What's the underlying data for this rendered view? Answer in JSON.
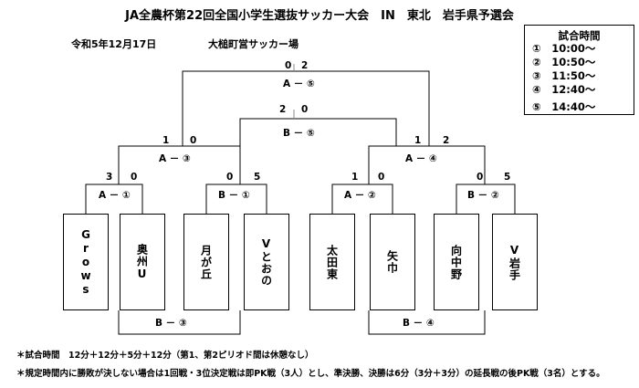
{
  "title": "JA全農杯第22回全国小学生選抜サッカー大会　IN　東北　岩手県予選会",
  "date": "令和5年12月17日",
  "venue": "大槌町営サッカー場",
  "schedule": {
    "heading": "試合時間",
    "rows": [
      "①　10:00～",
      "②　10:50～",
      "③　11:50～",
      "④　12:40～",
      "⑤　14:40～"
    ]
  },
  "teams": [
    "Grows",
    "奥州U",
    "月が丘",
    "Vとおの",
    "太田東",
    "矢巾",
    "向中野",
    "V岩手"
  ],
  "matches": {
    "r1_1": "A － ①",
    "r1_2": "B － ①",
    "r1_3": "A － ②",
    "r1_4": "B － ②",
    "semi_left": "A － ③",
    "semi_right": "A － ④",
    "final": "A － ⑤",
    "third": "B － ⑤",
    "cons_left": "B － ③",
    "cons_right": "B － ④"
  },
  "scores": {
    "r1_1": [
      "3",
      "0"
    ],
    "r1_2": [
      "0",
      "5"
    ],
    "r1_3": [
      "1",
      "0"
    ],
    "r1_4": [
      "0",
      "5"
    ],
    "semi_left": [
      "1",
      "0"
    ],
    "semi_right": [
      "1",
      "2"
    ],
    "third": [
      "2",
      "0"
    ],
    "final": [
      "0",
      "2"
    ]
  },
  "notes": [
    "＊試合時間　12分＋12分＋5分＋12分（第1、第2ピリオド間は休憩なし）",
    "＊規定時間内に勝敗が決しない場合は1回戦・3位決定戦は即PK戦（3人）とし、準決勝、決勝は6分（3分＋3分）の延長戦の後PK戦（3名）とする。"
  ]
}
